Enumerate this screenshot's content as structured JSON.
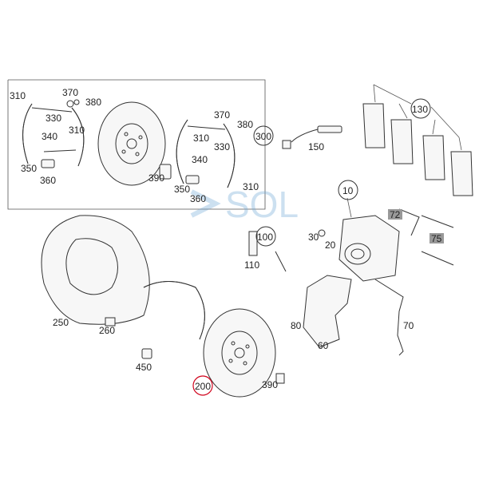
{
  "watermark": "SOL",
  "labels": {
    "l310a": "310",
    "l370a": "370",
    "l380a": "380",
    "l330a": "330",
    "l310b": "310",
    "l340a": "340",
    "l350a": "350",
    "l360a": "360",
    "l370b": "370",
    "l380b": "380",
    "l310c": "310",
    "l330b": "330",
    "l300": "300",
    "l390a": "390",
    "l340b": "340",
    "l350b": "350",
    "l360b": "360",
    "l310d": "310",
    "l150": "150",
    "l130": "130",
    "l10": "10",
    "l72": "72",
    "l75": "75",
    "l30": "30",
    "l20": "20",
    "l100": "100",
    "l110": "110",
    "l80": "80",
    "l70": "70",
    "l60": "60",
    "l250": "250",
    "l260": "260",
    "l450": "450",
    "l200": "200",
    "l390b": "390"
  },
  "highlight": {
    "part": "200",
    "color": "#d0021b"
  },
  "colors": {
    "line": "#333333",
    "box_fill": "#888888",
    "watermark": "#6fa8d6"
  }
}
